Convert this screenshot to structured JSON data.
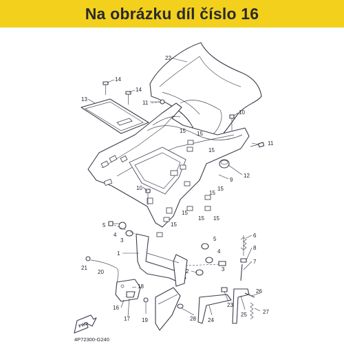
{
  "banner": {
    "title": "Na obrázku díl číslo 16",
    "color": "#f2d01c"
  },
  "diagram": {
    "drawing_code": "4P72300-G240",
    "fwd_label": "FWD",
    "callouts": [
      "22",
      "14",
      "14",
      "13",
      "11",
      "10",
      "15",
      "15",
      "11",
      "15",
      "12",
      "9",
      "10",
      "15",
      "15",
      "15",
      "15",
      "15",
      "5",
      "4",
      "3",
      "1",
      "6",
      "8",
      "7",
      "5",
      "4",
      "3",
      "2",
      "21",
      "20",
      "18",
      "16",
      "17",
      "19",
      "28",
      "24",
      "25",
      "23",
      "26",
      "27",
      "15"
    ]
  }
}
